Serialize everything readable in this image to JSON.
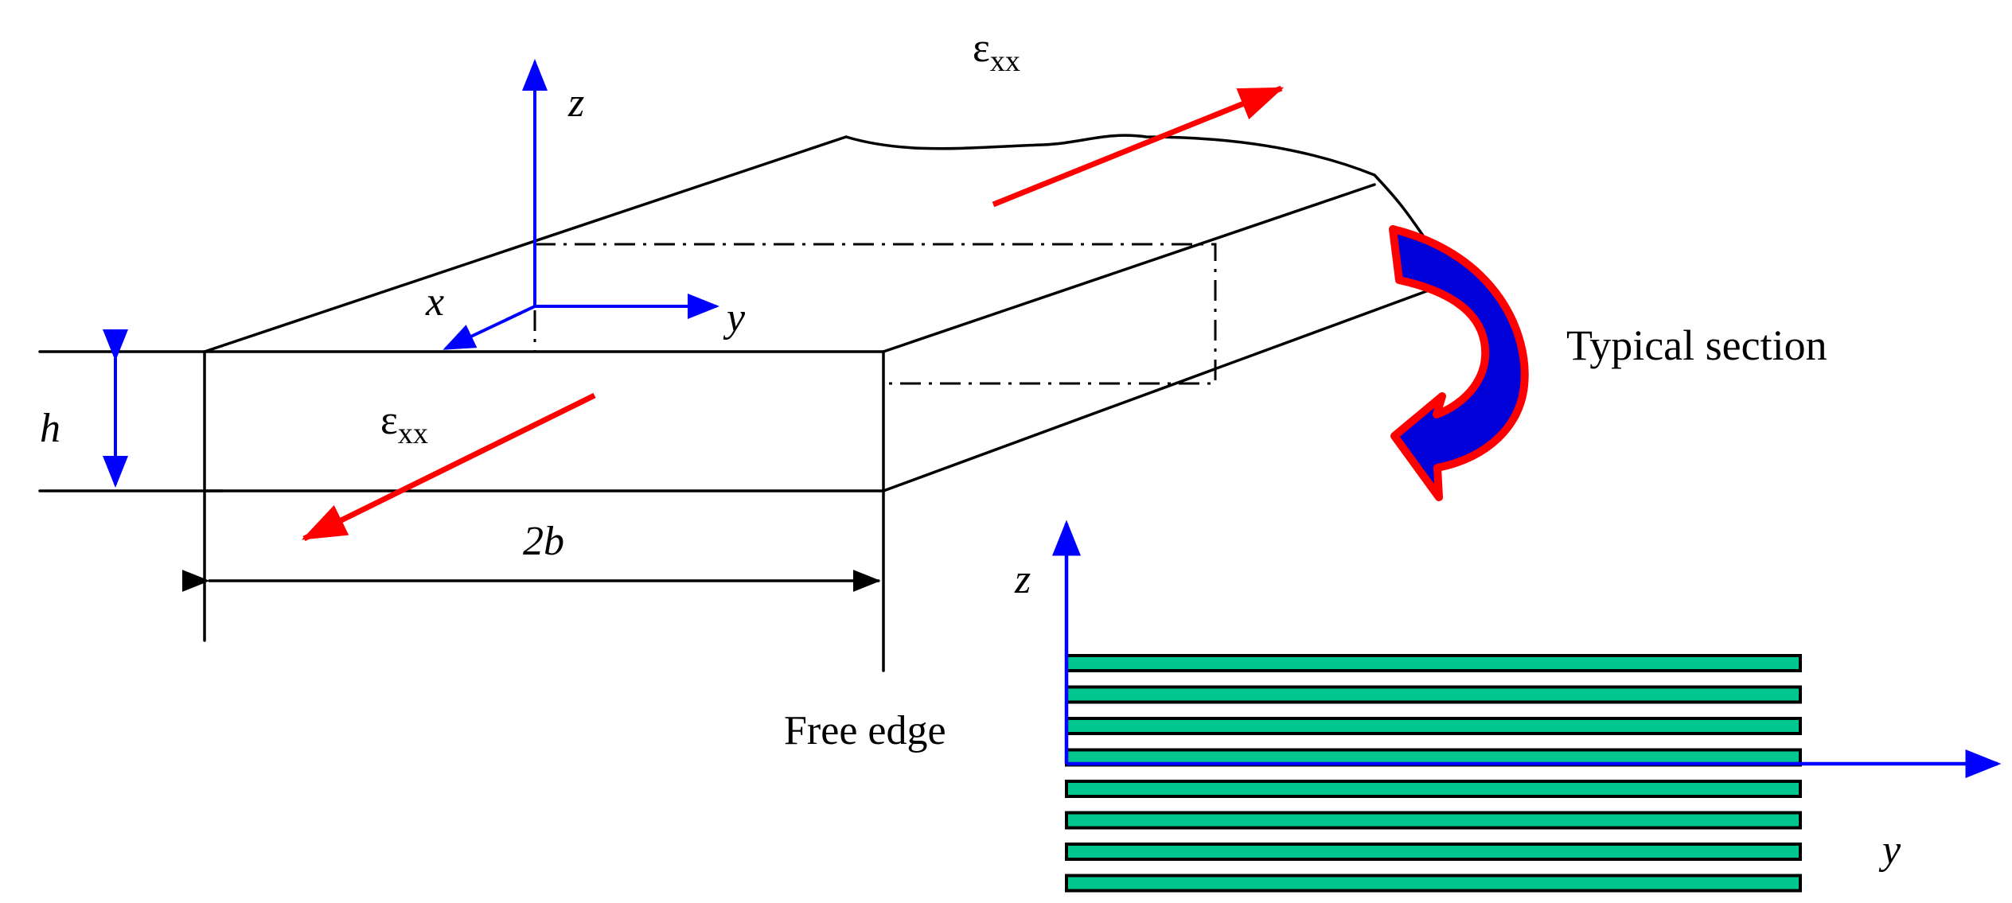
{
  "labels": {
    "strain_top": "ε",
    "strain_top_sub": "xx",
    "strain_front": "ε",
    "strain_front_sub": "xx",
    "axis_z_main": "z",
    "axis_x_main": "x",
    "axis_y_main": "y",
    "thickness": "h",
    "width": "2b",
    "typical_section": "Typical section",
    "free_edge": "Free edge",
    "axis_z_section": "z",
    "axis_y_section": "y"
  },
  "layers": {
    "count": 8,
    "fill": "#00c690",
    "stroke": "#000000"
  },
  "colors": {
    "axis": "#0000ff",
    "strain_arrow": "#ff0000",
    "curved_arrow_fill": "#0000d8",
    "curved_arrow_outline": "#ff0000",
    "line": "#000000"
  }
}
